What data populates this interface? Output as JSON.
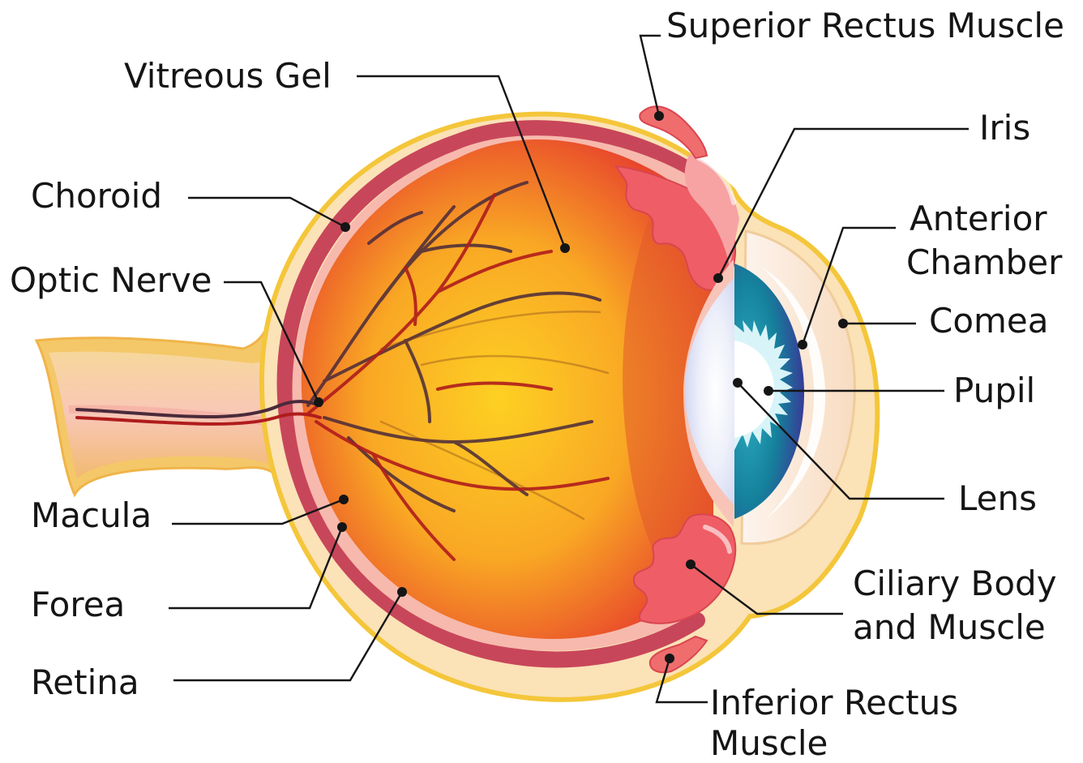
{
  "diagram": {
    "labels": {
      "superior_rectus": "Superior Rectus Muscle",
      "vitreous_gel": "Vitreous Gel",
      "iris": "Iris",
      "choroid": "Choroid",
      "anterior_chamber_line1": "Anterior",
      "anterior_chamber_line2": "Chamber",
      "optic_nerve": "Optic Nerve",
      "cornea": "Comea",
      "pupil": "Pupil",
      "lens": "Lens",
      "macula": "Macula",
      "ciliary_line1": "Ciliary Body",
      "ciliary_line2": "and Muscle",
      "forea": "Forea",
      "retina": "Retina",
      "inferior_rectus_line1": "Inferior Rectus",
      "inferior_rectus_line2": "Muscle"
    },
    "colors": {
      "sclera_outline": "#f4c63a",
      "sclera_fill": "#fbe2b7",
      "choroid_band": "#c8465a",
      "retina_band": "#f7b9ad",
      "vitreous_center": "#fdd023",
      "vitreous_edge": "#e8452c",
      "ciliary_muscle": "#ef5e66",
      "iris_outer": "#3a3d9a",
      "iris_inner": "#1a8aa2",
      "lens": "#d7dcf2",
      "vessel_dark": "#4a2a3a",
      "vessel_red": "#b01c1c"
    }
  }
}
